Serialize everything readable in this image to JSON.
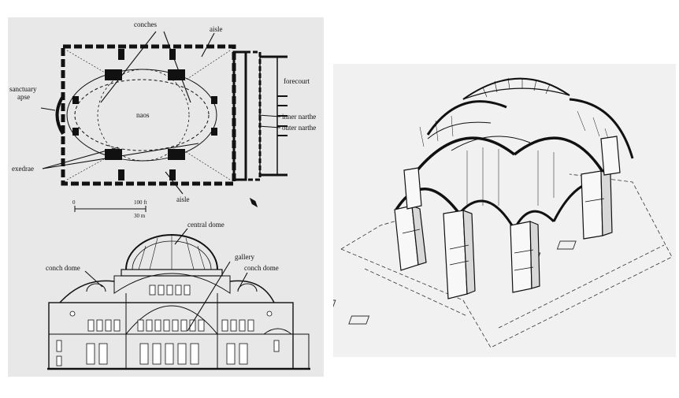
{
  "plan": {
    "labels": {
      "conches": "conches",
      "aisle_top": "aisle",
      "forecourt": "forecourt",
      "sanctuary_1": "sanctuary",
      "sanctuary_2": "apse",
      "naos": "naos",
      "inner_narthex": "inner narthe",
      "outer_narthex": "outer narthe",
      "exedrae": "exedrae",
      "aisle_bottom": "aisle"
    },
    "scale": {
      "zero": "0",
      "ft": "100 ft",
      "m": "30 m"
    }
  },
  "section": {
    "labels": {
      "central_dome": "central dome",
      "gallery": "gallery",
      "conch_dome_left": "conch dome",
      "conch_dome_right": "conch dome"
    }
  },
  "colors": {
    "paper": "#e8e8e8",
    "ink": "#111111",
    "axo_paper": "#f1f1f1"
  }
}
